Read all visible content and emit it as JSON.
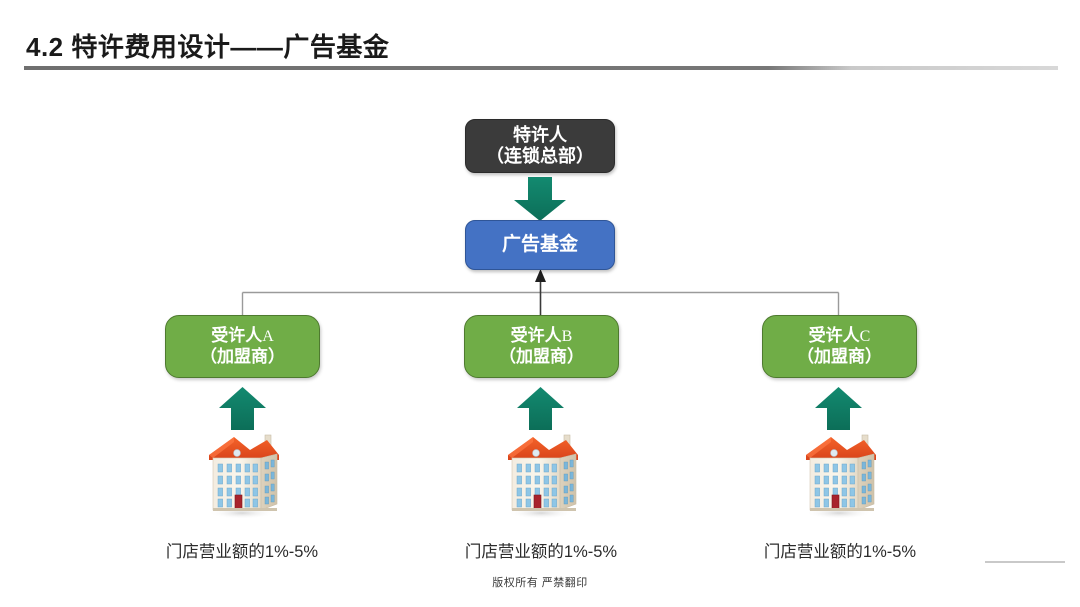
{
  "slide": {
    "title": "4.2  特许费用设计——广告基金",
    "footer_note": "版权所有  严禁翻印"
  },
  "diagram": {
    "franchisor": {
      "line1": "特许人",
      "line2": "（连锁总部）",
      "color": "#3b3b3b"
    },
    "ad_fund": {
      "label": "广告基金",
      "color": "#4472c4"
    },
    "franchisees": [
      {
        "line1_prefix": "受许人",
        "line1_suffix": "A",
        "line2": "（加盟商）",
        "caption": "门店营业额的1%-5%",
        "color": "#70ad47"
      },
      {
        "line1_prefix": "受许人",
        "line1_suffix": "B",
        "line2": "（加盟商）",
        "caption": "门店营业额的1%-5%",
        "color": "#70ad47"
      },
      {
        "line1_prefix": "受许人",
        "line1_suffix": "C",
        "line2": "（加盟商）",
        "caption": "门店营业额的1%-5%",
        "color": "#70ad47"
      }
    ],
    "arrow_color": "#0e7a63",
    "connector_color": "#9a9a9a",
    "center_arrow_color": "#3a3a3a",
    "house_icon": "building-icon"
  }
}
